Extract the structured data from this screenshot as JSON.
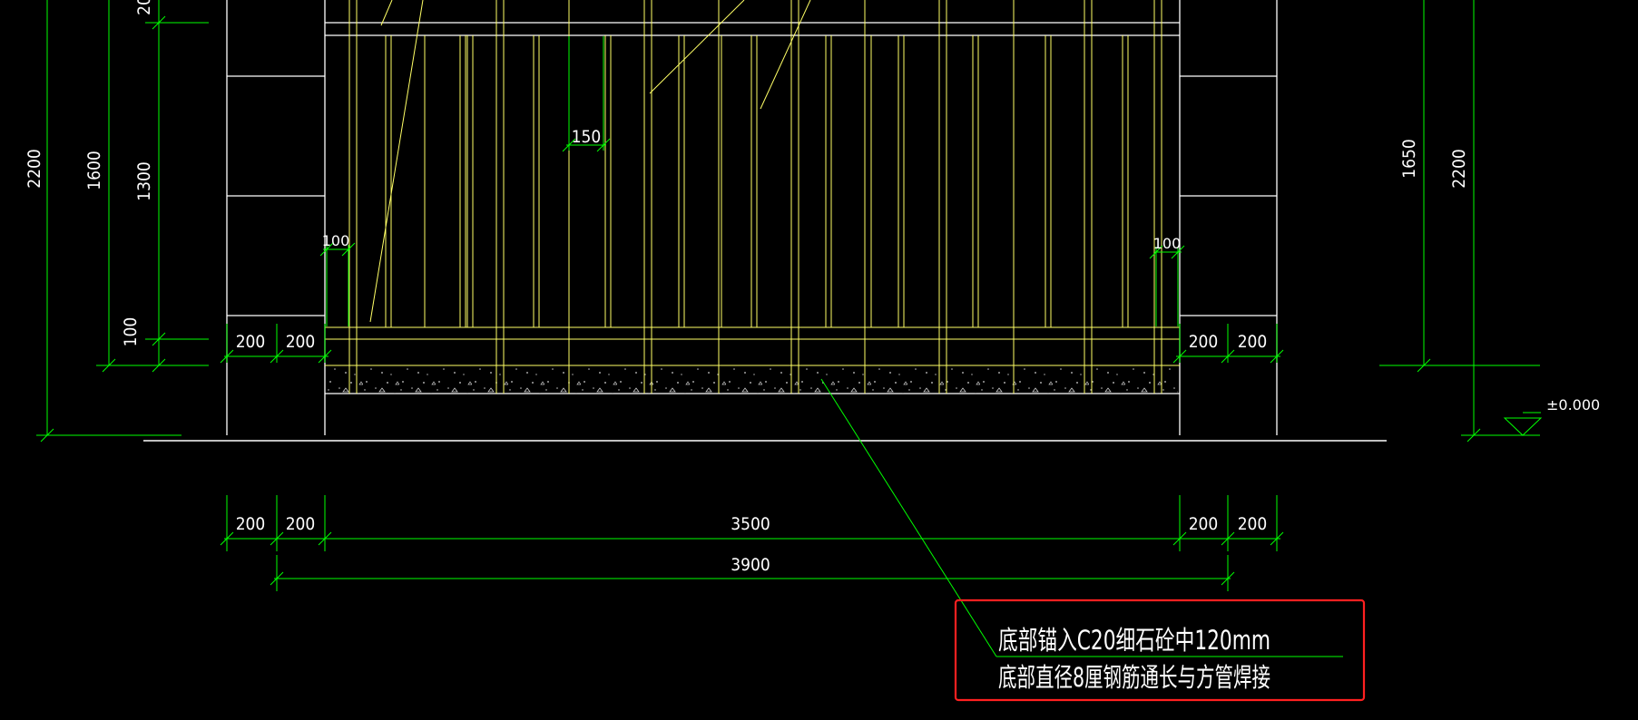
{
  "drawing": {
    "colors": {
      "background": "#000000",
      "outline": "#ffffff",
      "dimension": "#00ff00",
      "steel": "#ffff66",
      "callout_border": "#ff2020"
    },
    "vertical_dims": {
      "left_2200": "2200",
      "left_1600": "1600",
      "left_1300": "1300",
      "left_100": "100",
      "left_top_cut": "20",
      "right_1650": "1650",
      "right_2200": "2200"
    },
    "spacing_labels": {
      "bar_150": "150",
      "left_100": "100",
      "right_100": "100"
    },
    "upper_dims": {
      "left_a": "200",
      "left_b": "200",
      "right_a": "200",
      "right_b": "200"
    },
    "bottom_dims": {
      "left_a": "200",
      "left_b": "200",
      "center": "3500",
      "right_a": "200",
      "right_b": "200",
      "total": "3900"
    },
    "level_mark": "±0.000",
    "note_line1": "底部锚入C20细石砼中120mm",
    "note_line2": "底部直径8厘钢筋通长与方管焊接"
  }
}
